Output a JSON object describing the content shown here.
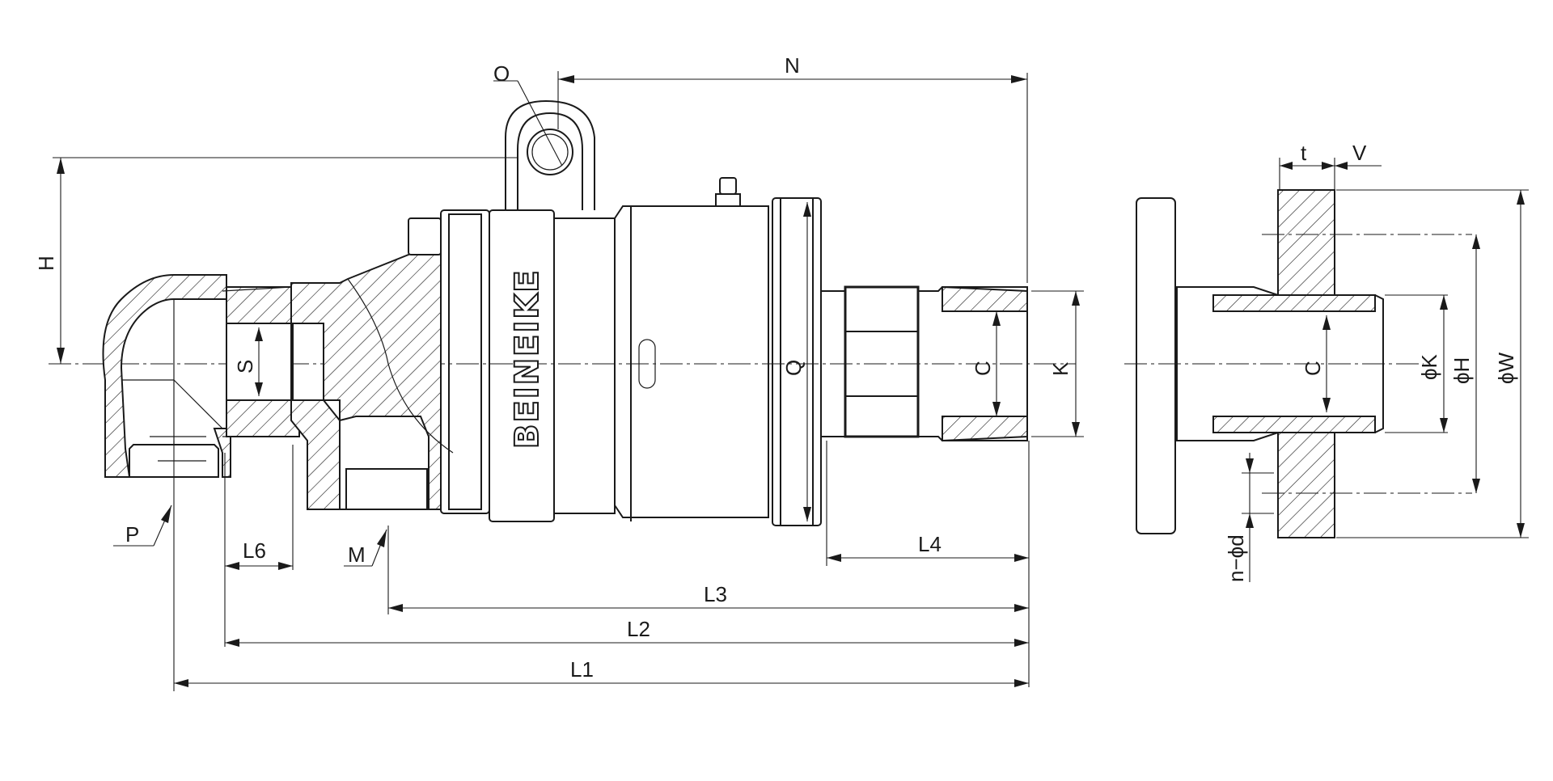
{
  "brand": "BEINEIKE",
  "labels": {
    "O": "O",
    "N": "N",
    "H": "H",
    "S": "S",
    "P": "P",
    "L6": "L6",
    "M": "M",
    "Q": "Q",
    "C_main": "C",
    "K_main": "K",
    "L4": "L4",
    "L3": "L3",
    "L2": "L2",
    "L1": "L1",
    "t": "t",
    "V": "V",
    "C_flange": "C",
    "phiK": "ϕK",
    "phiH": "ϕH",
    "phiW": "ϕW",
    "n_phi_d": "n−ϕd"
  }
}
